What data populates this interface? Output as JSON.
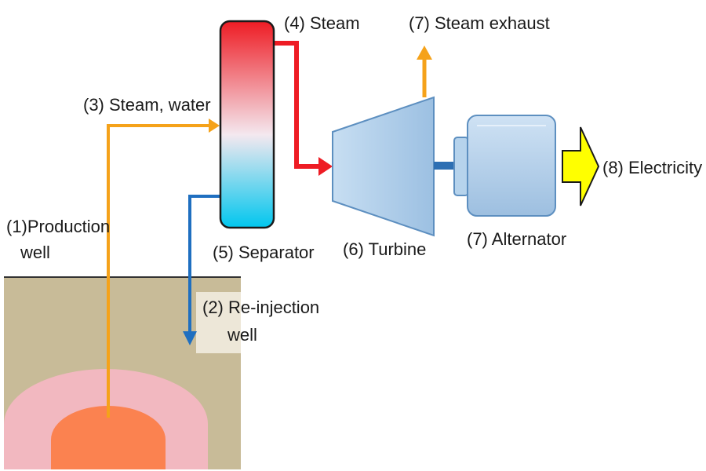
{
  "labels": {
    "production_well_line1": "(1)Production",
    "production_well_line2": "well",
    "reinjection_well_line1": "(2) Re-injection",
    "reinjection_well_line2": "well",
    "steam_water": "(3) Steam, water",
    "steam": "(4) Steam",
    "separator": "(5) Separator",
    "turbine": "(6) Turbine",
    "steam_exhaust": "(7) Steam exhaust",
    "alternator": "(7) Alternator",
    "electricity": "(8) Electricity"
  },
  "colors": {
    "ground": "#c8bb98",
    "reservoir_outer": "#f2b8c0",
    "reservoir_core": "#fb8250",
    "steam_water_pipe": "#f5a21a",
    "steam_pipe": "#ee1c24",
    "reinjection_pipe": "#1f6fc0",
    "equipment_fill": "#b6d3ec",
    "equipment_stroke": "#5d8fc0",
    "electricity_arrow": "#ffff00"
  }
}
